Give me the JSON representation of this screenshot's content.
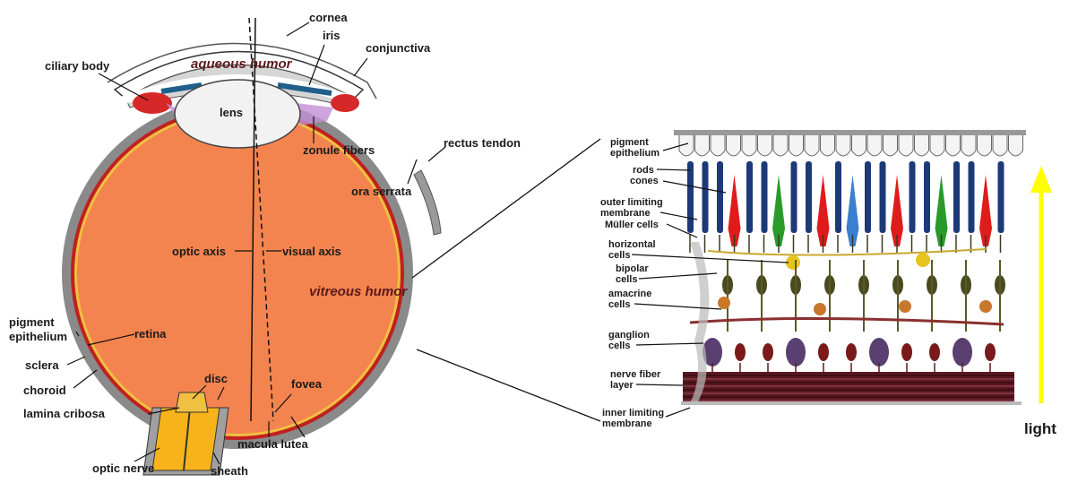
{
  "eye_labels": {
    "cornea": "cornea",
    "iris": "iris",
    "conjunctiva": "conjunctiva",
    "aqueous_humor": "aqueous humor",
    "ciliary_body": "ciliary body",
    "lens": "lens",
    "zonule_fibers": "zonule fibers",
    "rectus_tendon": "rectus tendon",
    "ora_serrata": "ora serrata",
    "optic_axis": "optic axis",
    "visual_axis": "visual axis",
    "vitreous_humor": "vitreous humor",
    "pigment": "pigment",
    "epithelium": "epithelium",
    "retina": "retina",
    "sclera": "sclera",
    "choroid": "choroid",
    "disc": "disc",
    "fovea": "fovea",
    "lamina_cribosa": "lamina cribosa",
    "optic_nerve": "optic nerve",
    "macula_lutea": "macula lutea",
    "sheath": "sheath"
  },
  "retina_labels": {
    "pigment": "pigment",
    "epithelium": "epithelium",
    "rods": "rods",
    "cones": "cones",
    "outer_limiting": "outer limiting",
    "membrane": "membrane",
    "muller_cells": "Müller cells",
    "horizontal": "horizontal",
    "horizontal_cells": "cells",
    "bipolar": "bipolar",
    "bipolar_cells": "cells",
    "amacrine": "amacrine",
    "amacrine_cells": "cells",
    "ganglion": "ganglion",
    "ganglion_cells": "cells",
    "nerve_fiber": "nerve fiber",
    "layer": "layer",
    "inner_limiting": "inner limiting",
    "inner_membrane": "membrane",
    "light": "light"
  },
  "colors": {
    "vitreous": "#f4844f",
    "sclera": "#808080",
    "aqueous": "#d8d8d8",
    "rod": "#1c3a78",
    "cone_red": "#e01b1b",
    "cone_green": "#2a9a2a",
    "cone_blue": "#3a7fd0",
    "light_arrow": "#ffff00"
  }
}
